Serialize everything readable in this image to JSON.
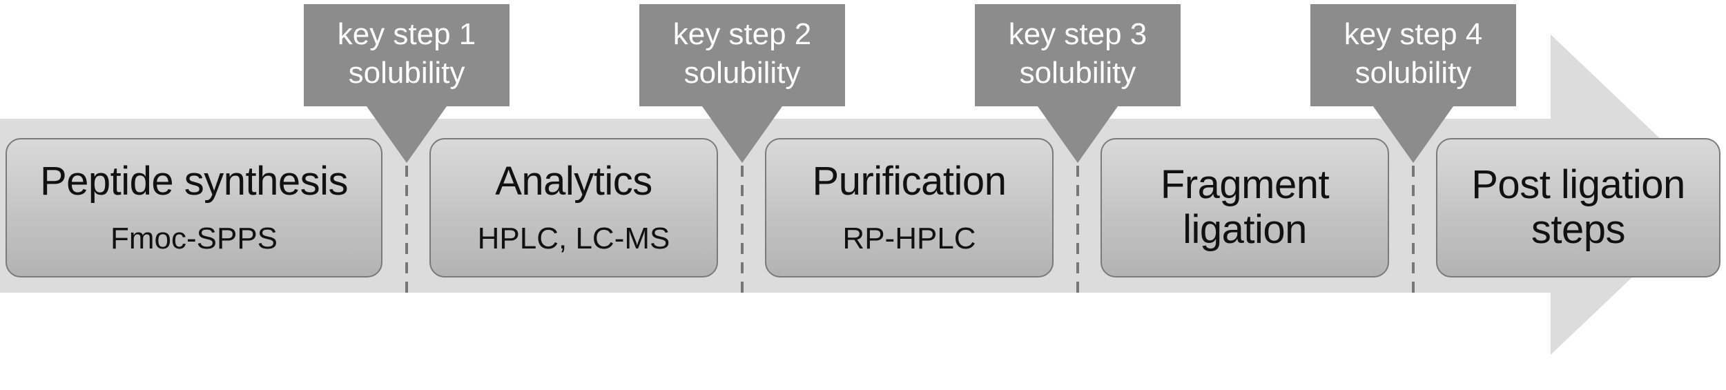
{
  "stages": [
    {
      "title": "Peptide synthesis",
      "subtitle": "Fmoc-SPPS"
    },
    {
      "title": "Analytics",
      "subtitle": "HPLC, LC-MS"
    },
    {
      "title": "Purification",
      "subtitle": "RP-HPLC"
    },
    {
      "title": "Fragment\nligation",
      "subtitle": ""
    },
    {
      "title": "Post ligation\nsteps",
      "subtitle": ""
    }
  ],
  "key_steps": [
    {
      "label": "key step 1",
      "topic": "solubility"
    },
    {
      "label": "key step 2",
      "topic": "solubility"
    },
    {
      "label": "key step 3",
      "topic": "solubility"
    },
    {
      "label": "key step 4",
      "topic": "solubility"
    }
  ],
  "colors": {
    "process_arrow": "#dcdcdc",
    "callout": "#8c8c8c",
    "divider": "#777777"
  }
}
